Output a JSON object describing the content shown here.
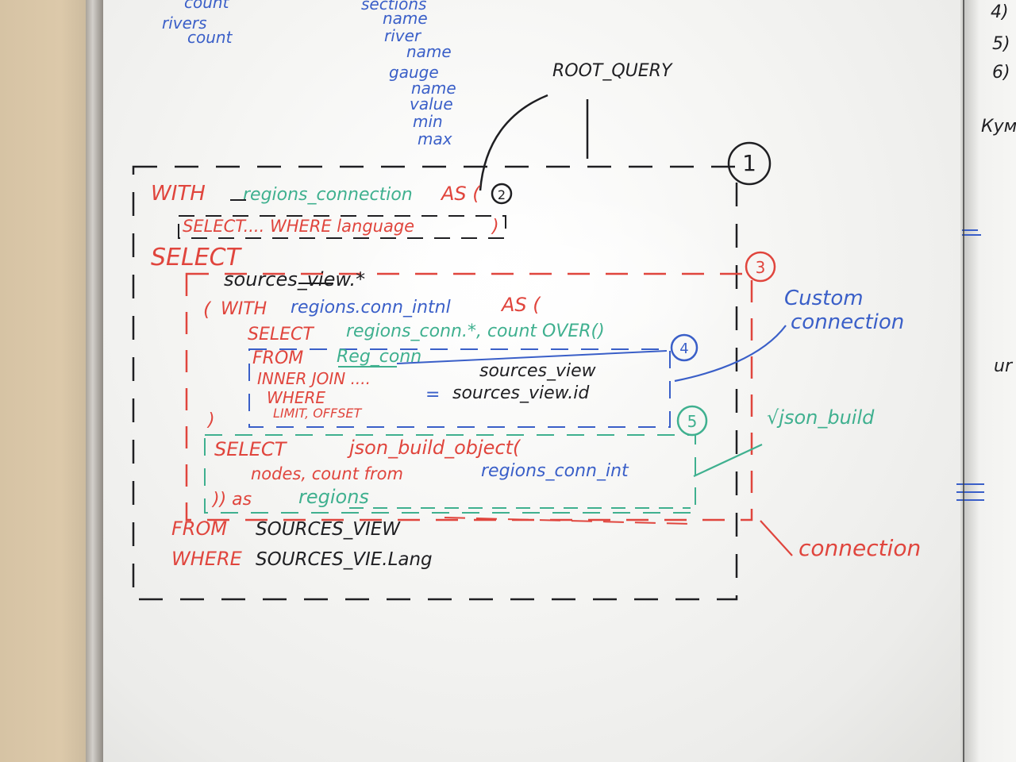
{
  "colors": {
    "black": "#1f1f22",
    "red": "#e0453d",
    "blue": "#3a5fc8",
    "green": "#3fb08f"
  },
  "top_notes": {
    "left_col": [
      "count",
      "rivers",
      "count"
    ],
    "mid_col": [
      "sections",
      "name",
      "river",
      "name",
      "gauge",
      "name",
      "value",
      "min",
      "max"
    ],
    "right_edge": [
      "4)",
      "5)",
      "6)",
      "Кум"
    ]
  },
  "root_query_label": "ROOT_QUERY",
  "markers": [
    "1",
    "2",
    "3",
    "4",
    "5"
  ],
  "sql": {
    "with_kw": "WITH",
    "with_name": "regions_connection",
    "with_as": "AS (",
    "inner_select": "SELECT.... WHERE language",
    "inner_close": ")",
    "select_kw": "SELECT",
    "select_list": "sources_view.*",
    "sub_open": "(",
    "sub_with": "WITH",
    "sub_name": "regions.conn_intnl",
    "sub_as": "AS (",
    "sub_select_kw": "SELECT",
    "sub_select_list": "regions_conn.*, count OVER()",
    "from_kw": "FROM",
    "from_table": "Reg_conn",
    "inner_join": "INNER JOIN ....",
    "join_table": "sources_view",
    "where_kw": "WHERE",
    "where_eq": "=",
    "where_rhs": "sources_view.id",
    "limit": "LIMIT, OFFSET",
    "sub_close": ")",
    "json_select_kw": "SELECT",
    "json_func": "json_build_object(",
    "json_args": "nodes, count from",
    "json_source": "regions_conn_int",
    "json_close": ")) as",
    "json_alias": "regions",
    "outer_from_kw": "FROM",
    "outer_from_table": "SOURCES_VIEW",
    "outer_where_kw": "WHERE",
    "outer_where_expr": "SOURCES_VIE.Lang"
  },
  "annotations": {
    "custom": "Custom",
    "custom2": "connection",
    "json_build": "√json_build",
    "connection": "connection",
    "right_cut": "ur"
  }
}
